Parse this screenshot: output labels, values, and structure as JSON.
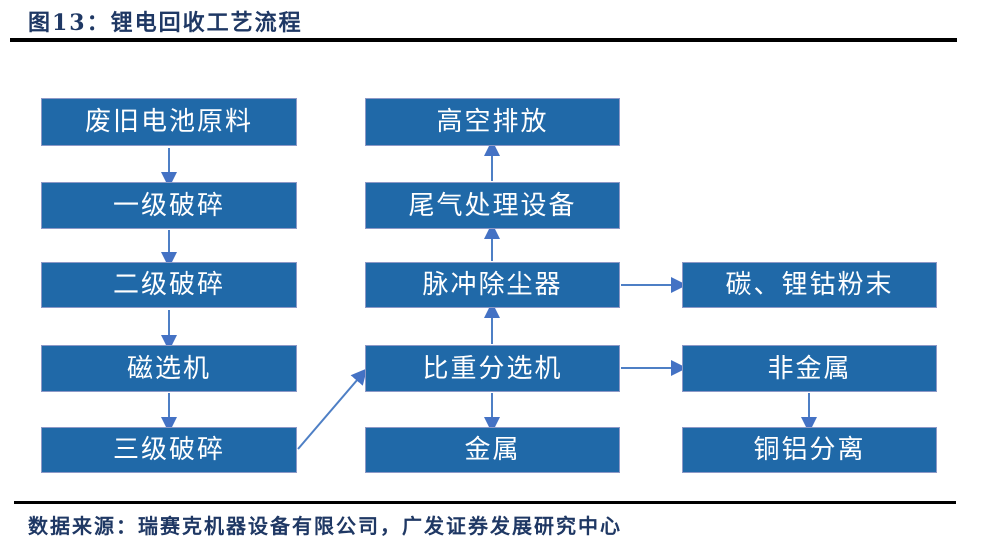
{
  "figure": {
    "title": "图13：锂电回收工艺流程",
    "source": "数据来源：瑞赛克机器设备有限公司，广发证券发展研究中心"
  },
  "colors": {
    "box_fill": "#2069A8",
    "box_border": "#8D99C7",
    "box_text": "#FFFFFF",
    "arrow": "#4E7FC5",
    "arrowhead": "#4472C4",
    "heading_text": "#1F3864",
    "rule": "#000000",
    "background": "#FFFFFF"
  },
  "flowchart": {
    "nodes": {
      "waste_material": "废旧电池原料",
      "primary_crush": "一级破碎",
      "secondary_crush": "二级破碎",
      "magnetic_separator": "磁选机",
      "tertiary_crush": "三级破碎",
      "high_discharge": "高空排放",
      "exhaust_treatment": "尾气处理设备",
      "pulse_dust_collector": "脉冲除尘器",
      "gravity_separator": "比重分选机",
      "metal": "金属",
      "carbon_licobalt_powder": "碳、锂钴粉末",
      "non_metal": "非金属",
      "copper_aluminum_separation": "铜铝分离"
    },
    "edges": [
      {
        "from": "waste_material",
        "to": "primary_crush",
        "direction": "down"
      },
      {
        "from": "primary_crush",
        "to": "secondary_crush",
        "direction": "down"
      },
      {
        "from": "secondary_crush",
        "to": "magnetic_separator",
        "direction": "down"
      },
      {
        "from": "magnetic_separator",
        "to": "tertiary_crush",
        "direction": "down"
      },
      {
        "from": "tertiary_crush",
        "to": "gravity_separator",
        "direction": "diagonal-up-right"
      },
      {
        "from": "gravity_separator",
        "to": "pulse_dust_collector",
        "direction": "up"
      },
      {
        "from": "pulse_dust_collector",
        "to": "exhaust_treatment",
        "direction": "up"
      },
      {
        "from": "exhaust_treatment",
        "to": "high_discharge",
        "direction": "up"
      },
      {
        "from": "gravity_separator",
        "to": "metal",
        "direction": "down"
      },
      {
        "from": "pulse_dust_collector",
        "to": "carbon_licobalt_powder",
        "direction": "right"
      },
      {
        "from": "gravity_separator",
        "to": "non_metal",
        "direction": "right"
      },
      {
        "from": "non_metal",
        "to": "copper_aluminum_separation",
        "direction": "down"
      }
    ]
  }
}
